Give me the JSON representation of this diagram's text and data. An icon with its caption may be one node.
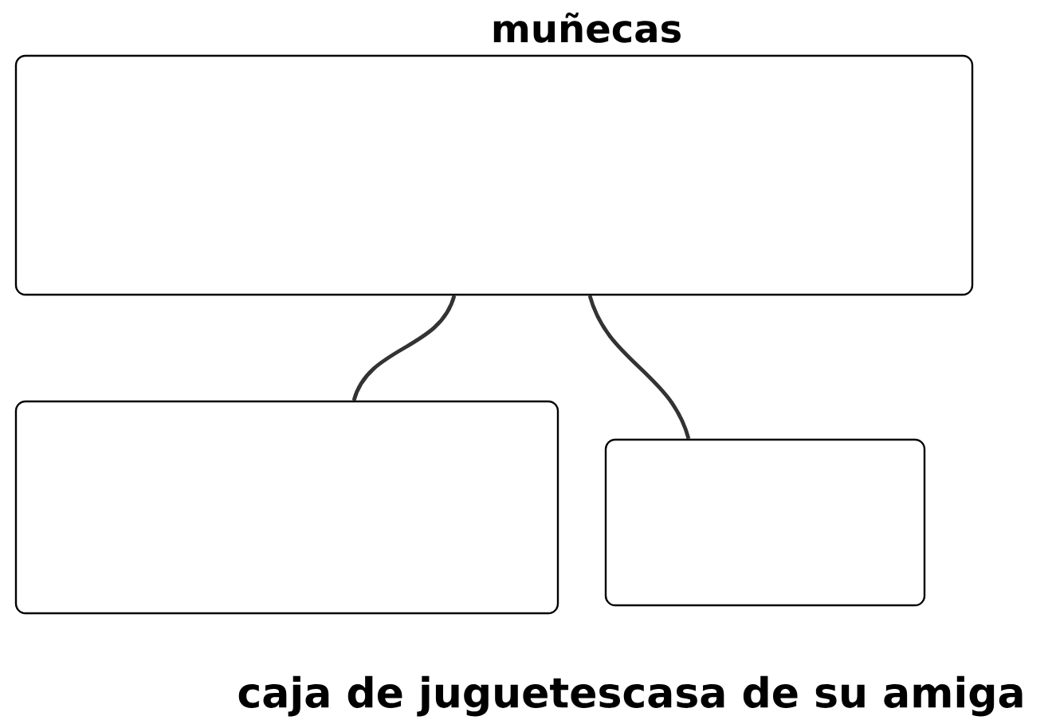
{
  "diagram": {
    "nodes": [
      {
        "text": [
          "muñecas"
        ]
      },
      {
        "text": [],
        "shape": "box"
      },
      {
        "text": [],
        "shape": "box"
      }
    ],
    "edges": [
      {
        "from": 0,
        "to": 1,
        "arrow": "none"
      },
      {
        "from": 0,
        "to": 2,
        "arrow": "none"
      }
    ],
    "labels": [
      "caja de juguetescasa de su amiga"
    ]
  }
}
